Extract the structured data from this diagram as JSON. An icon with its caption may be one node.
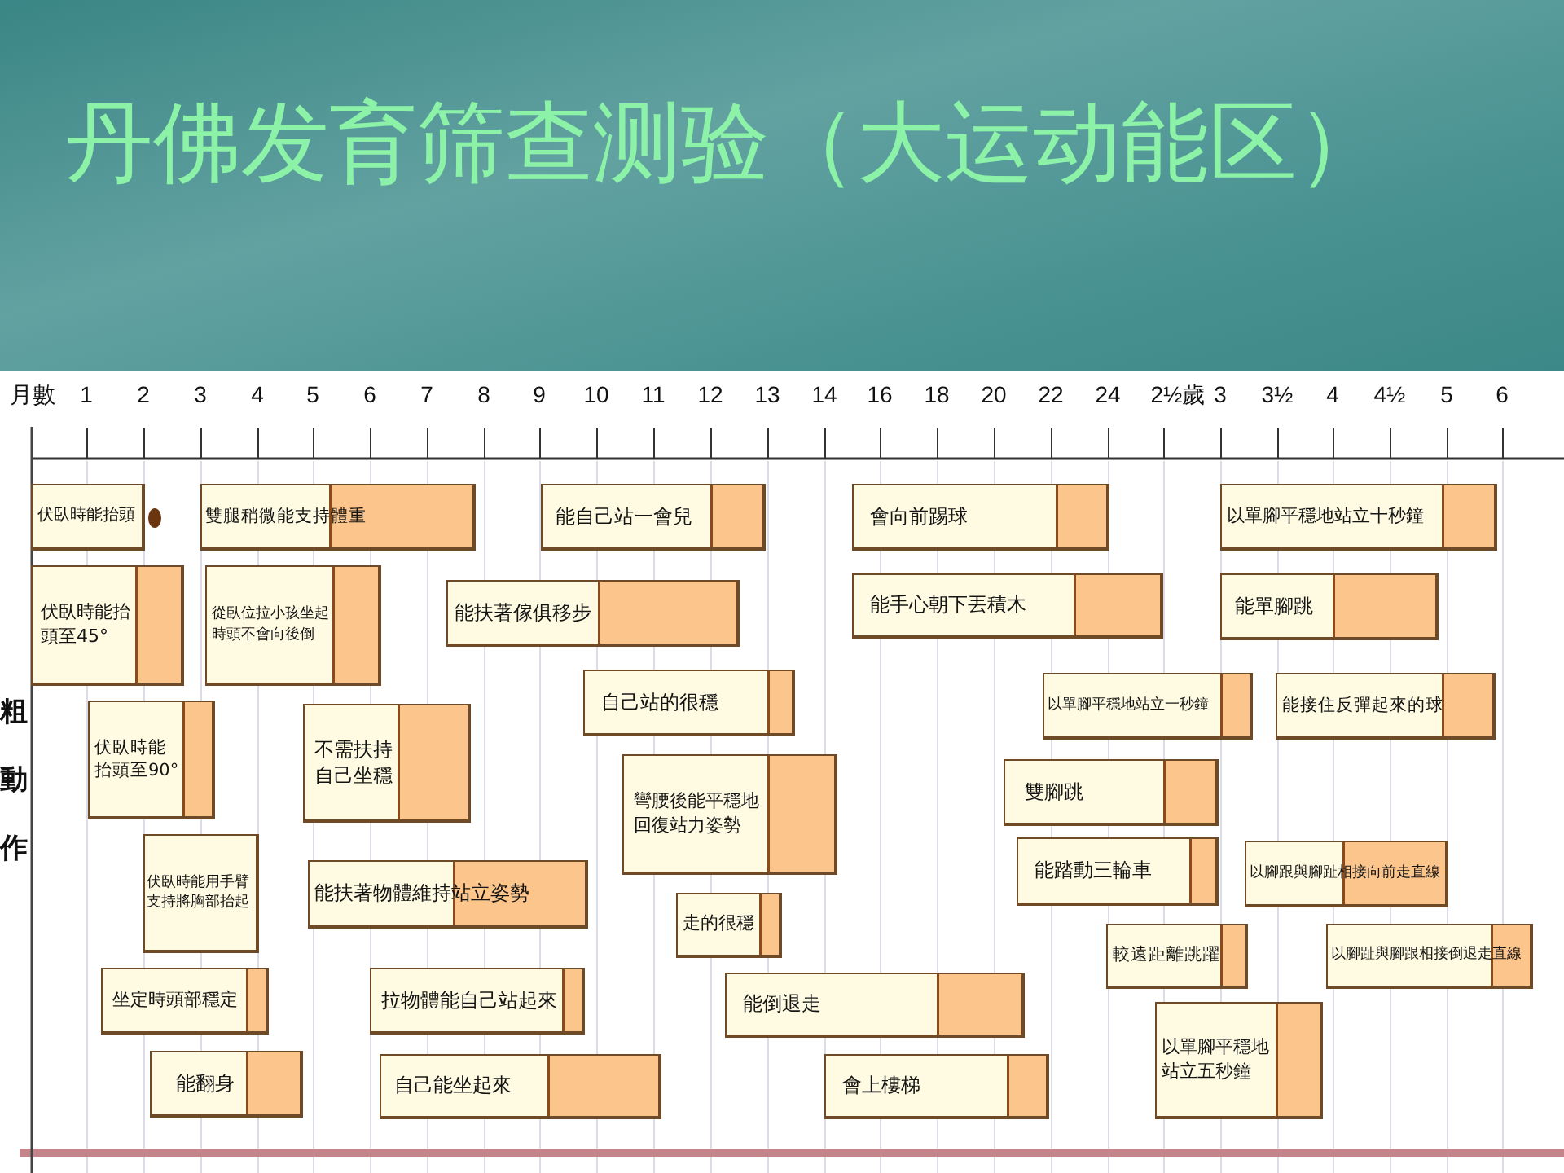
{
  "diagram": {
    "title": "丹佛发育筛查测验（大运动能区）",
    "nodes": [
      {
        "text": [
          "伏臥時能抬頭"
        ]
      },
      {
        "text": [
          "雙腿稍微能支持體重"
        ]
      },
      {
        "text": [
          "能自己站一會兒"
        ]
      },
      {
        "text": [
          "會向前踢球"
        ]
      },
      {
        "text": [
          "以單腳平穩地站立十秒鐘"
        ]
      },
      {
        "text": [
          "伏臥時能抬頭至45°"
        ]
      },
      {
        "text": [
          "從臥位拉小孩坐起時頭不會向後倒"
        ]
      },
      {
        "text": [
          "能扶著傢俱移步"
        ]
      },
      {
        "text": [
          "能手心朝下丟積木"
        ]
      },
      {
        "text": [
          "能單腳跳"
        ]
      },
      {
        "text": [
          "自己站的很穩"
        ]
      },
      {
        "text": [
          "以單腳平穩地站立一秒鐘"
        ]
      },
      {
        "text": [
          "能接住反彈起來的球"
        ]
      },
      {
        "text": [
          "伏臥時能抬頭至90°"
        ]
      },
      {
        "text": [
          "不需扶持自己坐穩"
        ]
      },
      {
        "text": [
          "彎腰後能平穩地回復站力姿勢"
        ]
      },
      {
        "text": [
          "雙腳跳"
        ]
      },
      {
        "text": [
          "伏臥時能用手臂支持將胸部抬起"
        ]
      },
      {
        "text": [
          "能扶著物體維持站立姿勢"
        ]
      },
      {
        "text": [
          "能踏動三輪車"
        ]
      },
      {
        "text": [
          "以腳跟與腳趾相接向前走直線"
        ]
      },
      {
        "text": [
          "走的很穩"
        ]
      },
      {
        "text": [
          "較遠距離跳躍"
        ]
      },
      {
        "text": [
          "以腳趾與腳跟相接倒退走直線"
        ]
      },
      {
        "text": [
          "坐定時頭部穩定"
        ]
      },
      {
        "text": [
          "拉物體能自己站起來"
        ]
      },
      {
        "text": [
          "能倒退走"
        ]
      },
      {
        "text": [
          "以單腳平穩地站立五秒鐘"
        ]
      },
      {
        "text": [
          "能翻身"
        ]
      },
      {
        "text": [
          "自己能坐起來"
        ]
      },
      {
        "text": [
          "會上樓梯"
        ]
      }
    ],
    "labels": [
      "月數",
      "1",
      "2",
      "3",
      "4",
      "5",
      "6",
      "7",
      "8",
      "9",
      "10",
      "11",
      "12",
      "13",
      "14",
      "16",
      "18",
      "20",
      "22",
      "24",
      "2½歲",
      "3",
      "3½",
      "4",
      "4½",
      "5",
      "6",
      "粗動作"
    ]
  }
}
